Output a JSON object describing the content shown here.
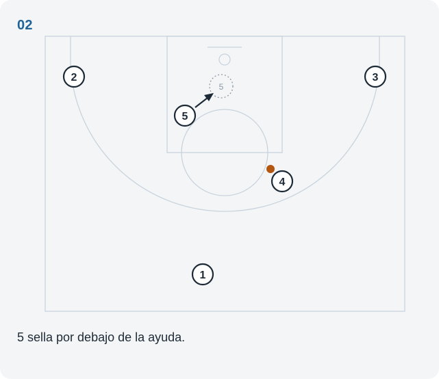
{
  "step": {
    "number": "02"
  },
  "caption": {
    "text": "5 sella por debajo de la ayuda."
  },
  "players": [
    {
      "id": "player-1",
      "label": "1"
    },
    {
      "id": "player-2",
      "label": "2"
    },
    {
      "id": "player-3",
      "label": "3"
    },
    {
      "id": "player-4",
      "label": "4",
      "has_ball": true
    },
    {
      "id": "player-5",
      "label": "5"
    }
  ],
  "ghost_player": {
    "label": "5"
  },
  "colors": {
    "step_number": "#1f6397",
    "court_lines": "#c9d3dc",
    "player_outline": "#1d2a36",
    "ball": "#b3560f",
    "arrow": "#1d2a36"
  }
}
